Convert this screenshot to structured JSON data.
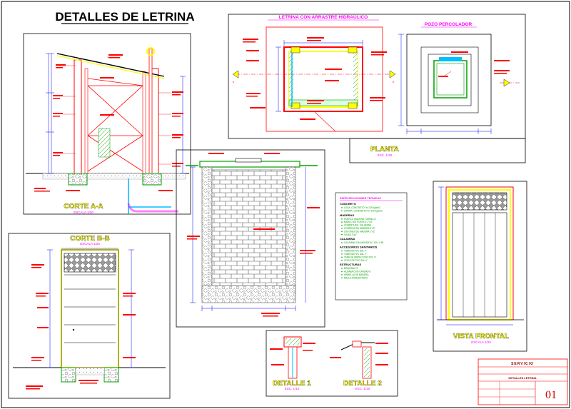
{
  "drawing": {
    "title": "DETALLES DE LETRINA",
    "sections": {
      "corte_aa": {
        "title": "CORTE A-A",
        "scale": "ESCALA 1/20"
      },
      "corte_bb": {
        "title": "CORTE B-B",
        "scale": "ESCALA 1/20"
      },
      "letrina_arrastre": {
        "title": "LETRINA CON ARRASTRE HIDRAULICO"
      },
      "pozo": {
        "title": "POZO PERCOLADOR"
      },
      "planta": {
        "title": "PLANTA",
        "scale": "ESC. 1/20"
      },
      "vista_frontal": {
        "title": "VISTA FRONTAL",
        "scale": "ESCALA 1/20"
      },
      "detalle_1": {
        "title": "DETALLE 1",
        "scale": "ESC. 1/10"
      },
      "detalle_2": {
        "title": "DETALLE 2",
        "scale": "ESC. 1/10"
      }
    },
    "markers": {
      "a": "A",
      "b": "B"
    },
    "legend": {
      "title": "ESPECIFICACIONES TECNICAS",
      "groups": [
        {
          "header": "CONCRETO",
          "items": [
            "LOSA: CONCRETO f'c=175 kg/cm2",
            "ZAPATA: CONCRETO f'c=140 kg/cm2"
          ]
        },
        {
          "header": "MADERAS",
          "items": [
            "PUERTA: MADERA TORNILLO",
            "MARCO DE PUERTA: 2\"x3\"",
            "COBERTURA: CALAMINA",
            "CORREAS DE MADERA 2\"x3\"",
            "LISTONES DE MADERA 2\"x2\"",
            "VIGAS 2\"x4\""
          ]
        },
        {
          "header": "CALAMINA",
          "items": [
            "CALAMINA GALVANIZADA 1.83 x 0.83"
          ]
        },
        {
          "header": "ACCESORIOS SANITARIOS",
          "items": [
            "TUBERIA PVC SAL 4\"",
            "TUBERIA PVC SAL 2\"",
            "TAPA DE INSPECCION PVC 4\"",
            "CODO DE PVC SAL 4\""
          ]
        },
        {
          "header": "ESTRUCTURAS",
          "items": [
            "BISAGRAS 3\"",
            "ALDABA CON CANDADO",
            "ARMELLA DE MADERA",
            "MALLA MOSQUITERO"
          ]
        }
      ]
    },
    "title_block": {
      "header": "SERVICIO",
      "subheader": "DETALLES LETRINA",
      "sheet_number": "01"
    }
  },
  "colors": {
    "frame": "#ff0000",
    "wall": "#ff0000",
    "pipe": "#ff00ff",
    "dimension": "#0000ff",
    "hatch": "#00a000",
    "accent": "#ffff00",
    "cyan": "#00bfff"
  }
}
